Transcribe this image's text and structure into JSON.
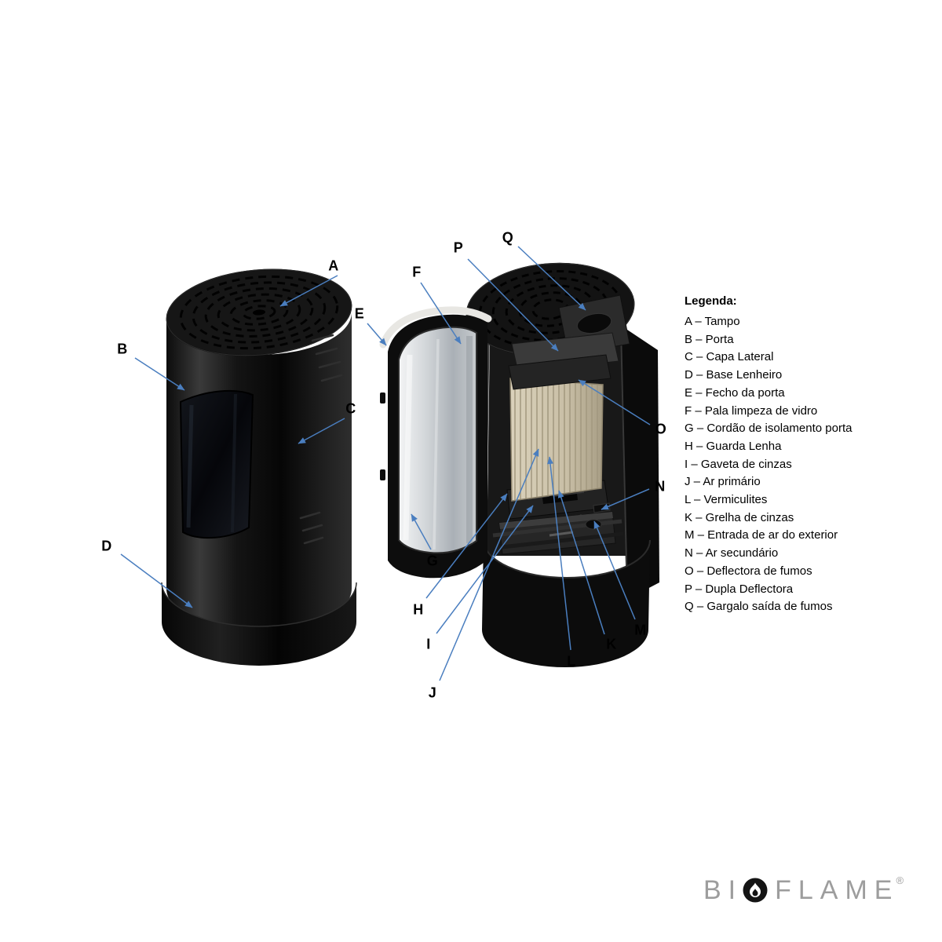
{
  "diagram": {
    "callouts": {
      "A": "A",
      "B": "B",
      "C": "C",
      "D": "D",
      "E": "E",
      "F": "F",
      "G": "G",
      "H": "H",
      "I": "I",
      "J": "J",
      "K": "K",
      "L": "L",
      "M": "M",
      "N": "N",
      "O": "O",
      "P": "P",
      "Q": "Q"
    },
    "legend": {
      "title": "Legenda:",
      "items": [
        "A – Tampo",
        "B – Porta",
        "C – Capa Lateral",
        "D – Base Lenheiro",
        "E – Fecho da porta",
        "F – Pala limpeza de vidro",
        "G – Cordão de isolamento porta",
        "H – Guarda Lenha",
        "I – Gaveta de cinzas",
        "J – Ar primário",
        "L – Vermiculites",
        "K – Grelha de cinzas",
        "M – Entrada de ar do exterior",
        "N – Ar secundário",
        "O – Deflectora de fumos",
        "P – Dupla Deflectora",
        "Q – Gargalo saída de fumos"
      ]
    },
    "logo": {
      "text_left": "BI",
      "flame_icon": "flame-in-circle",
      "text_right": "FLAME",
      "registered": "®"
    },
    "colors": {
      "background": "#ffffff",
      "arrow_blue": "#4a7ebf",
      "label_text": "#000000",
      "stove_black": "#0d0d0d",
      "vermiculite_tan": "#c9bfa6",
      "logo_gray": "#9d9d9d"
    }
  }
}
